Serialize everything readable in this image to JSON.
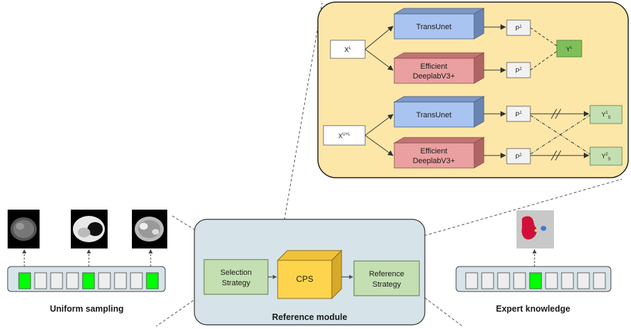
{
  "modules": {
    "cps": "CPS",
    "selection_line1": "Selection",
    "selection_line2": "Strategy",
    "reference_line1": "Reference",
    "reference_line2": "Strategy"
  },
  "captions": {
    "uniform_sampling": "Uniform sampling",
    "reference_module": "Reference module",
    "expert_knowledge": "Expert knowledge"
  },
  "labeled_branch": {
    "input": "X",
    "input_sup": "L",
    "net1": "TransUnet",
    "net2_line1": "Efficient",
    "net2_line2": "DeeplabV3+",
    "pred1": "P",
    "pred1_sup": "1",
    "pred2": "P",
    "pred2_sup": "2",
    "target": "Y",
    "target_sup": "L"
  },
  "unlabeled_branch": {
    "input": "X",
    "input_sup": "U+L",
    "net1": "TransUnet",
    "net2_line1": "Efficient",
    "net2_line2": "DeeplabV3+",
    "pred1": "P",
    "pred1_sup": "1",
    "pred2": "P",
    "pred2_sup": "2",
    "target1": "Y",
    "target1_sup": "1",
    "target1_sub": "S",
    "target2": "Y",
    "target2_sup": "2",
    "target2_sub": "S"
  },
  "colors": {
    "panel_fill": "#fde7a8",
    "module_fill": "#d6e3e8",
    "net1_fill": "#a9c4f0",
    "net2_fill": "#eaa0a0",
    "strategy_fill": "#c4dfb1",
    "cps_fill": "#ffd44d",
    "selected_slot": "#00ff00"
  }
}
